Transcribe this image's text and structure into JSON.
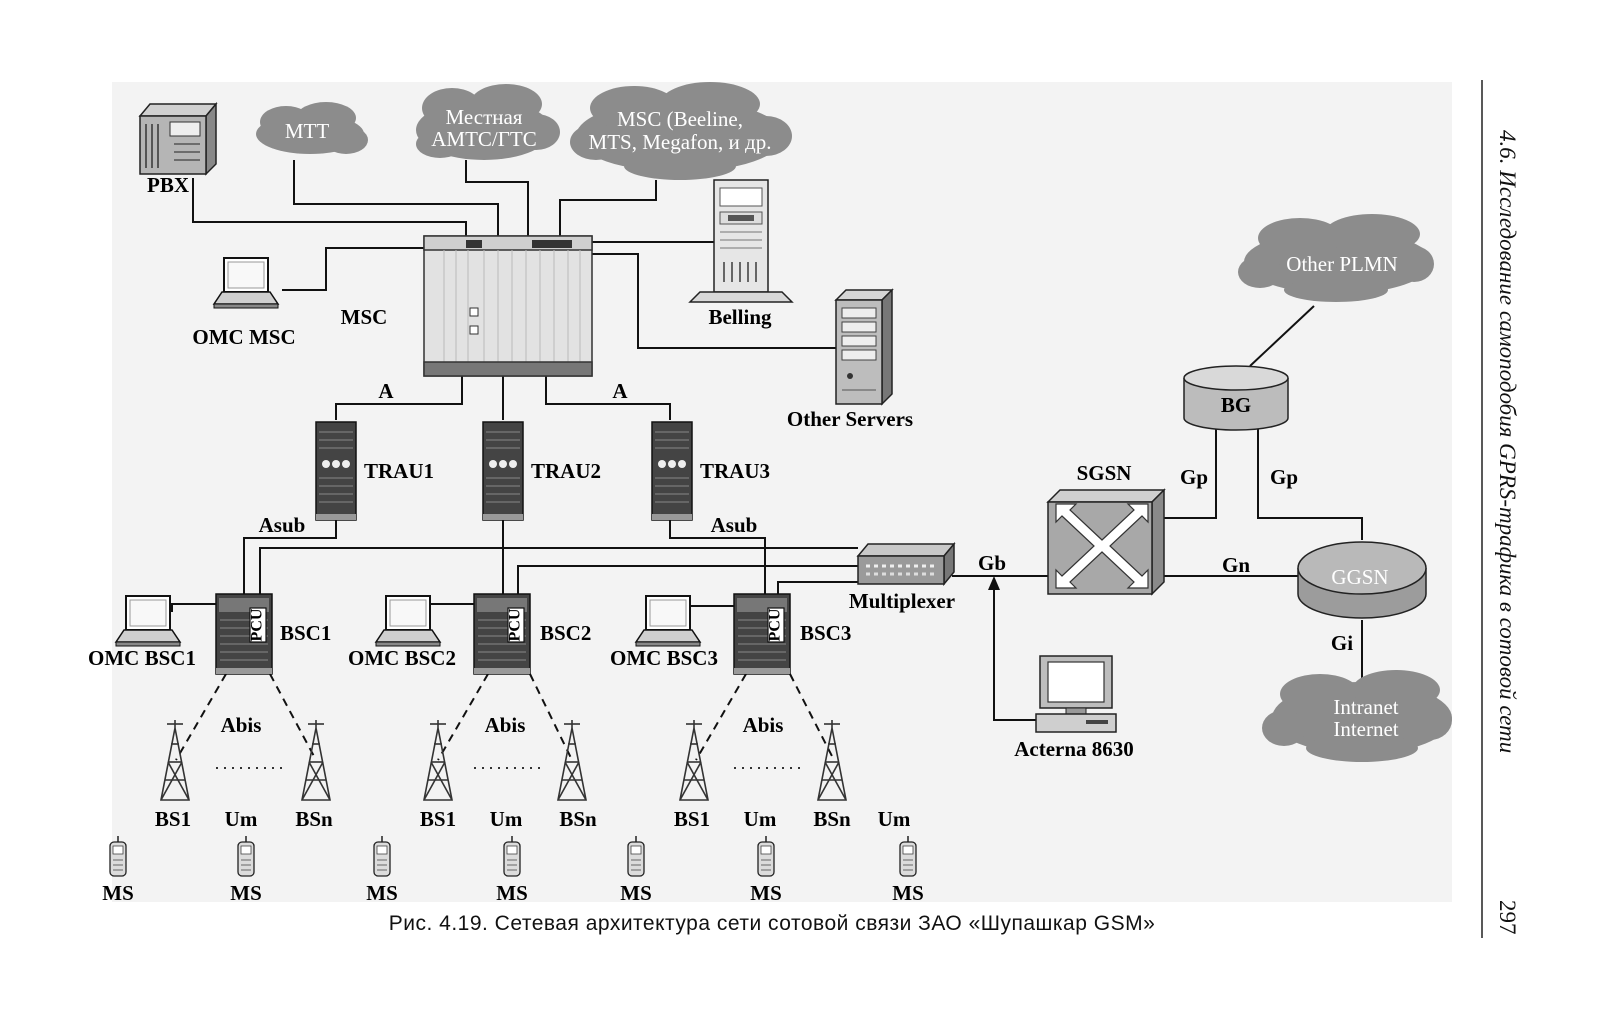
{
  "diagram": {
    "nodes": {
      "pbx": "PBX",
      "mtt": "MTT",
      "local_exchange_1": "Местная",
      "local_exchange_2": "АМТС/ГТС",
      "msc_cloud_1": "MSC (Beeline,",
      "msc_cloud_2": "MTS, Megafon, и др.",
      "billing": "Belling",
      "msc": "MSC",
      "omc_msc": "OMC MSC",
      "other_servers": "Other Servers",
      "trau1": "TRAU1",
      "trau2": "TRAU2",
      "trau3": "TRAU3",
      "bsc1": "BSC1",
      "bsc2": "BSC2",
      "bsc3": "BSC3",
      "pcu": "PCU",
      "omc_bsc1": "OMC BSC1",
      "omc_bsc2": "OMC BSC2",
      "omc_bsc3": "OMC BSC3",
      "multiplexer": "Multiplexer",
      "sgsn": "SGSN",
      "ggsn": "GGSN",
      "bg": "BG",
      "other_plmn": "Other PLMN",
      "intranet": "Intranet",
      "internet": "Internet",
      "acterna": "Acterna 8630",
      "bs1": "BS1",
      "bsn": "BSn",
      "ms": "MS"
    },
    "interfaces": {
      "a": "A",
      "asub": "Asub",
      "abis": "Abis",
      "um": "Um",
      "gb": "Gb",
      "gn": "Gn",
      "gp": "Gp",
      "gi": "Gi"
    },
    "ellipsis": "........"
  },
  "caption": "Рис. 4.19. Сетевая архитектура сети сотовой связи ЗАО «Шупашкар GSM»",
  "running_header": "4.6. Исследование самоподобия GPRS-трафика в сотовой сети",
  "page_number": "297"
}
